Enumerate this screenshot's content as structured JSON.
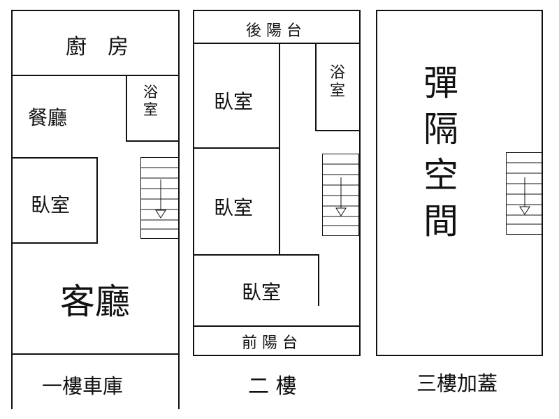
{
  "floor1": {
    "kitchen": "廚　房",
    "dining": "餐廳",
    "bath": [
      "浴",
      "室"
    ],
    "bedroom": "臥室",
    "living": "客廳",
    "caption": "一樓車庫"
  },
  "floor2": {
    "back_balcony": "後 陽 台",
    "bedroom_a": "臥室",
    "bath": [
      "浴",
      "室"
    ],
    "bedroom_b": "臥室",
    "bedroom_c": "臥室",
    "front_balcony": "前 陽 台",
    "caption": "二 樓"
  },
  "floor3": {
    "space_chars": [
      "彈",
      "隔",
      "空",
      "間"
    ],
    "caption": "三樓加蓋"
  },
  "icons": {
    "stairs": "staircase-down-arrow-icon"
  }
}
